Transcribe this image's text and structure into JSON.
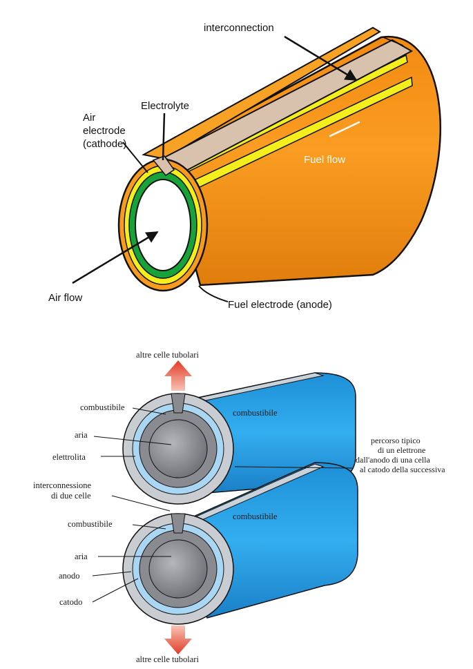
{
  "diagram_top": {
    "labels": {
      "interconnection": "interconnection",
      "electrolyte": "Electrolyte",
      "air_electrode_1": "Air",
      "air_electrode_2": "electrode",
      "air_electrode_3": "(cathode)",
      "fuel_flow": "Fuel flow",
      "air_flow": "Air flow",
      "fuel_electrode": "Fuel electrode (anode)"
    },
    "colors": {
      "outer": "#f79a1e",
      "outer_dark": "#d67a0a",
      "yellow": "#f4ee1c",
      "green": "#18a23a",
      "interconnect": "#d8c2ad"
    }
  },
  "diagram_bottom": {
    "labels": {
      "top_arrow": "altre celle tubolari",
      "combustibile_left_top": "combustibile",
      "combustibile_body_top": "combustibile",
      "aria_top": "aria",
      "elettrolita": "elettrolita",
      "interconnessione_1": "interconnessione",
      "interconnessione_2": "di due celle",
      "combustibile_left_bottom": "combustibile",
      "combustibile_body_bottom": "combustibile",
      "aria_bottom": "aria",
      "anodo": "anodo",
      "catodo": "catodo",
      "bottom_arrow": "altre celle tubolari",
      "percorso_1": "percorso tipico",
      "percorso_2": "di un elettrone",
      "percorso_3": "dall'anodo di una cella",
      "percorso_4": "al catodo della successiva"
    },
    "colors": {
      "tube": "#2b9fe0",
      "tube_dark": "#1676b5",
      "ring_outer": "#c9ccd1",
      "ring_inner": "#6f6f73",
      "light_blue": "#a9d6f2",
      "arrow": "#e8432d"
    }
  }
}
